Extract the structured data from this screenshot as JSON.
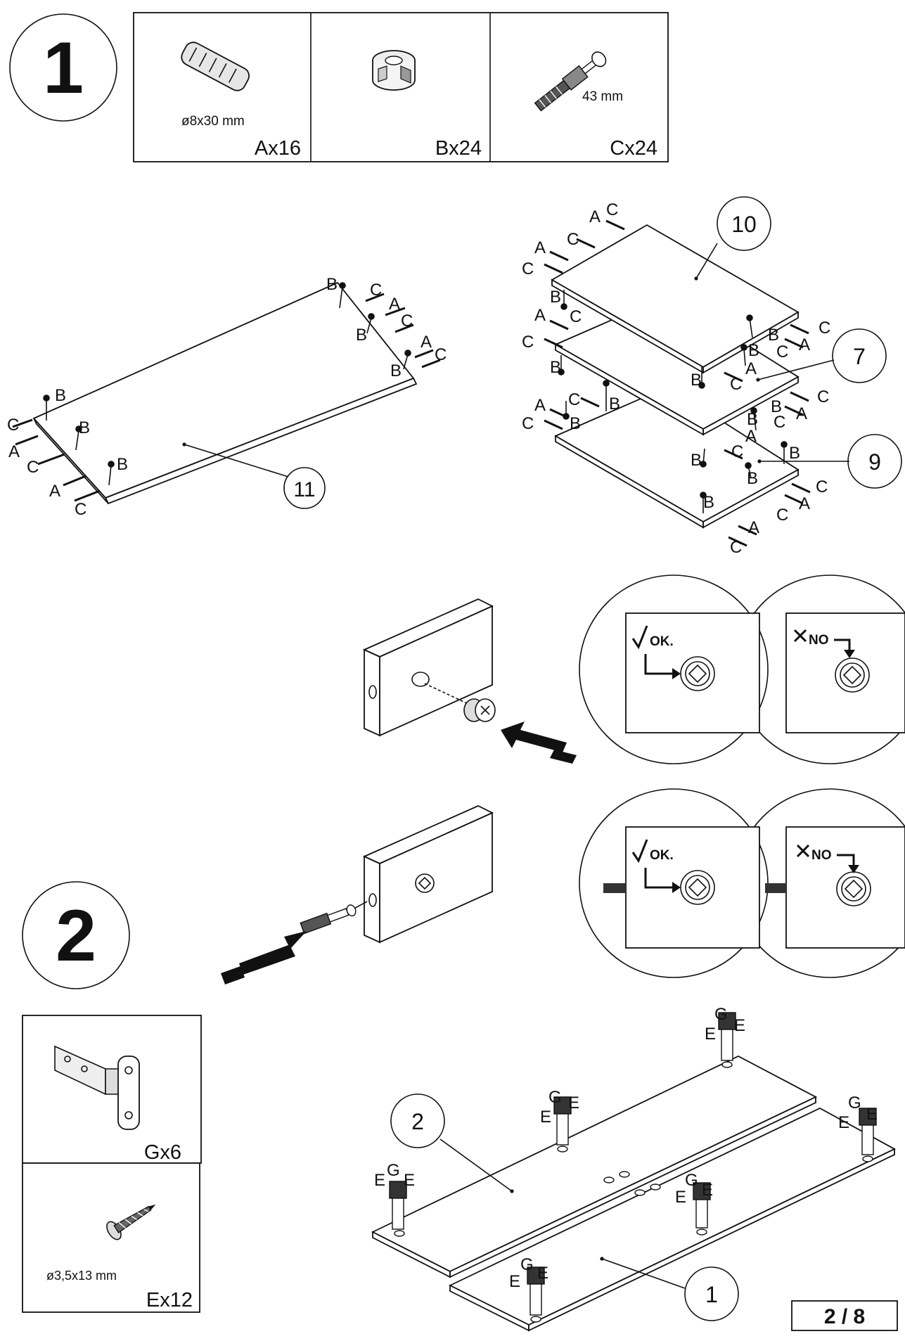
{
  "steps": [
    "1",
    "2"
  ],
  "step1_parts": [
    {
      "size": "ø8x30 mm",
      "qty": "Ax16",
      "icon": "dowel-icon"
    },
    {
      "size": "",
      "qty": "Bx24",
      "icon": "cam-lock-icon"
    },
    {
      "size": "43 mm",
      "qty": "Cx24",
      "icon": "cam-bolt-icon"
    }
  ],
  "panel_numbers": {
    "p11": "11",
    "p10": "10",
    "p7": "7",
    "p9": "9",
    "p2": "2",
    "p1": "1"
  },
  "letters": {
    "A": "A",
    "B": "B",
    "C": "C",
    "E": "E",
    "G": "G"
  },
  "cam_checks": {
    "ok": "OK.",
    "no": "NO"
  },
  "step2_parts": [
    {
      "qty": "Gx6",
      "size": "",
      "icon": "hinge-icon"
    },
    {
      "qty": "Ex12",
      "size": "ø3,5x13 mm",
      "icon": "screw-icon"
    }
  ],
  "page_number": "2 / 8"
}
